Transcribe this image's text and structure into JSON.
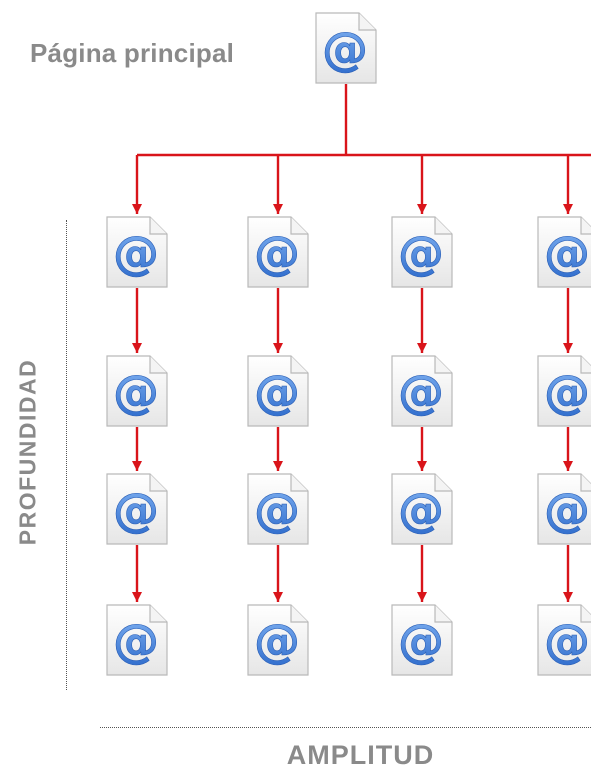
{
  "root": {
    "label": "Página principal",
    "icon": "email-at-document-icon"
  },
  "axes": {
    "depth_label": "PROFUNDIDAD",
    "breadth_label": "AMPLITUD"
  },
  "grid": {
    "columns": 4,
    "rows": 4,
    "node_icon": "email-at-document-icon"
  },
  "colors": {
    "arrow": "#d9141a",
    "label_gray": "#8a8a8a",
    "icon_blue": "#3f7fd6"
  }
}
